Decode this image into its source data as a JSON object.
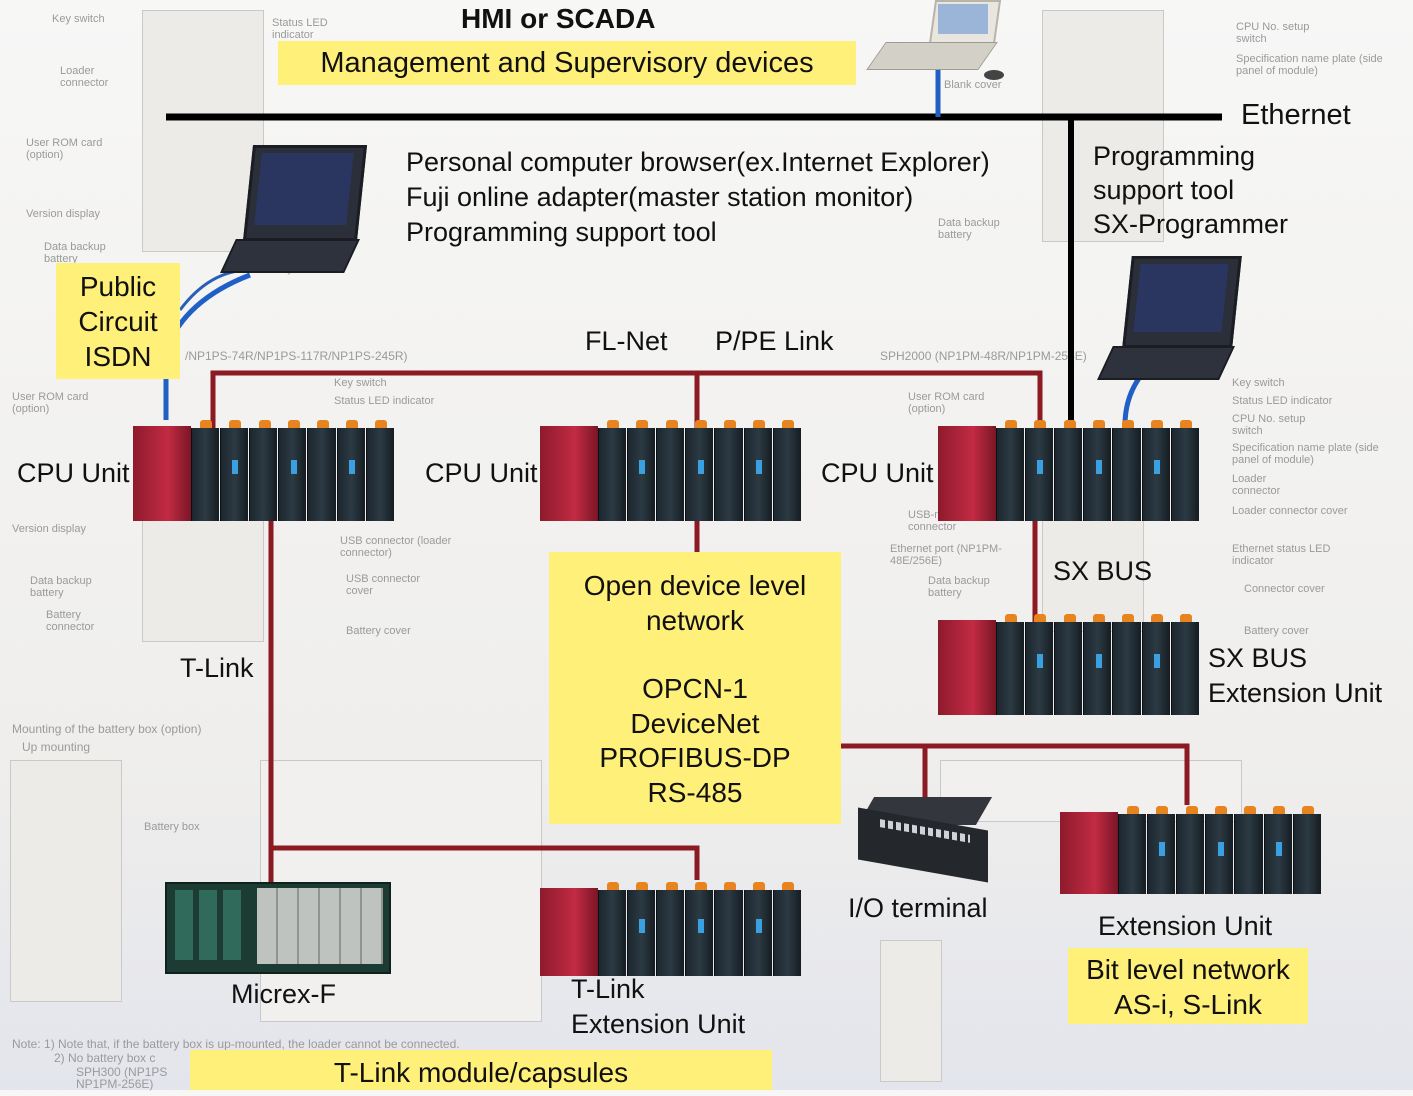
{
  "header": {
    "title": "HMI or SCADA",
    "subtitle": "Management and Supervisory devices"
  },
  "network_labels": {
    "ethernet": "Ethernet",
    "fl_net": "FL-Net",
    "ppe_link": "P/PE Link",
    "t_link_left": "T-Link",
    "sx_bus": "SX BUS"
  },
  "pc_tools": {
    "lines": [
      "Personal computer browser(ex.Internet Explorer)",
      "Fuji online adapter(master station monitor)",
      "Programming support tool"
    ]
  },
  "sx_programmer": {
    "lines": [
      "Programming",
      "support tool",
      "SX-Programmer"
    ]
  },
  "public_circuit": {
    "lines": [
      "Public",
      "Circuit",
      "ISDN"
    ]
  },
  "cpu_units": [
    "CPU Unit",
    "CPU Unit",
    "CPU Unit"
  ],
  "open_device_box": {
    "lines": [
      "Open device level",
      "network",
      "",
      "OPCN-1",
      "DeviceNet",
      "PROFIBUS-DP",
      "RS-485"
    ]
  },
  "sx_bus_extension": {
    "lines": [
      "SX BUS",
      "Extension Unit"
    ]
  },
  "io_terminal": "I/O terminal",
  "extension_unit": "Extension Unit",
  "bit_level": {
    "lines": [
      "Bit level network",
      "AS-i, S-Link"
    ]
  },
  "micrex": "Micrex-F",
  "t_link_extension": {
    "lines": [
      "T-Link",
      "Extension Unit"
    ]
  },
  "t_link_module": "T-Link module/capsules",
  "background_annotations": {
    "a1": "Key switch",
    "a2": "Status LED indicator",
    "a3": "Loader connector",
    "a4": "User ROM card (option)",
    "a5": "Version display",
    "a6": "Data backup battery",
    "a7": "CPU No. setup switch",
    "a8": "Specification name plate (side panel of module)",
    "a9": "Blank cover",
    "a10": "Battery connector",
    "a11": "/NP1PS-74R/NP1PS-117R/NP1PS-245R)",
    "a12": "SPH2000 (NP1PM-48R/NP1PM-256E)",
    "a13": "USB connector (loader connector)",
    "a14": "USB connector cover",
    "a15": "Battery cover",
    "a16": "Mounting of the battery box (option)",
    "a17": "Up mounting",
    "a18": "Battery box",
    "a19": "Ethernet port (NP1PM-48E/256E)",
    "a20": "Ethernet status LED indicator",
    "a21": "Connector cover",
    "a22": "Loader connector cover",
    "a23": "USB-miniB connector",
    "note1": "Note: 1) Note that, if the battery box is up-mounted, the loader cannot be connected.",
    "note2": "2) No battery box c",
    "note3": "SPH300 (NP1PS",
    "note4": "NP1PM-256E)"
  },
  "colors": {
    "ethernet_line": "#000000",
    "fieldbus_line": "#8b1a22",
    "cable_blue": "#1f5fc6",
    "highlight": "#fff07a",
    "plc_red": "#b0233a",
    "plc_module": "#1f2b33"
  }
}
